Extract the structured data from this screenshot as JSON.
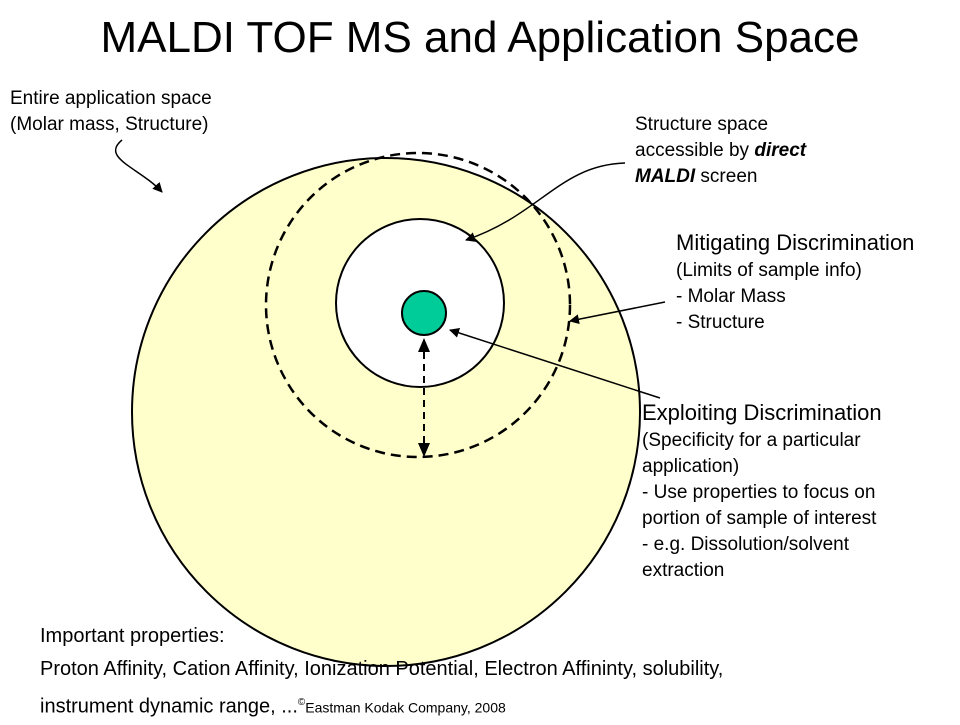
{
  "title": "MALDI TOF MS and Application Space",
  "labels": {
    "entire_space": [
      "Entire application space",
      "(Molar mass, Structure)"
    ],
    "structure_space": {
      "line1": "Structure space",
      "line2_prefix": "accessible by ",
      "line2_emph": "direct",
      "line3_emph": "MALDI",
      "line3_suffix": " screen"
    },
    "mitigating": {
      "heading": "Mitigating Discrimination",
      "lines": [
        "(Limits of sample info)",
        "- Molar Mass",
        "- Structure"
      ]
    },
    "exploiting": {
      "heading": "Exploiting Discrimination",
      "lines": [
        "(Specificity for a particular",
        "application)",
        "- Use properties to focus on",
        "portion of sample of interest",
        "- e.g.  Dissolution/solvent",
        "extraction"
      ]
    }
  },
  "notes": {
    "heading": "Important properties:",
    "line1": "Proton Affinity, Cation Affinity, Ionization Potential, Electron Affininty, solubility,",
    "line2": "instrument dynamic range, ...",
    "copyright_mark": "©",
    "copyright": "Eastman Kodak Company, 2008"
  },
  "colors": {
    "outer_fill": "#FFFFCC",
    "inner_fill": "#FFFFFF",
    "core_fill": "#00CC99",
    "stroke": "#000000"
  }
}
